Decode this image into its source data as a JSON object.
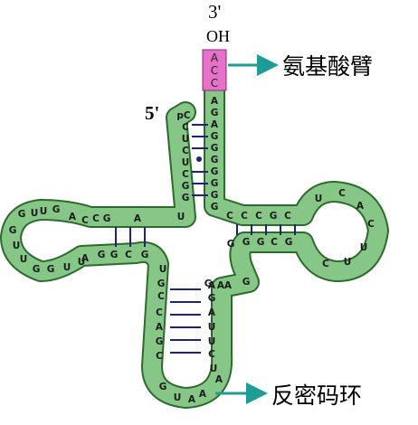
{
  "labels": {
    "three_prime": "3'",
    "oh": "OH",
    "five_prime": "5'",
    "amino_acid_arm": "氨基酸臂",
    "anticodon_loop": "反密码环"
  },
  "colors": {
    "strand_fill": "#86c686",
    "strand_outline": "#2d6b2d",
    "cca_fill": "#e572c8",
    "pair_line": "#1a237e",
    "arrow": "#1e9c96"
  },
  "sequences": {
    "cca_end": [
      "A",
      "C",
      "C"
    ],
    "acceptor_3prime": [
      "A",
      "G",
      "A",
      "G",
      "G",
      "G",
      "G",
      "G",
      "G",
      "G"
    ],
    "acceptor_5prime": [
      "pC",
      "C",
      "U",
      "C",
      "U",
      "C",
      "G",
      "G"
    ],
    "d_arm_top": [
      "U",
      "G",
      "A",
      "C",
      "C",
      "G",
      "A",
      "U"
    ],
    "d_loop": [
      "G",
      "G",
      "U",
      "U",
      "G",
      "G",
      "U",
      "U",
      "U"
    ],
    "d_arm_bottom": [
      "A",
      "G",
      "G",
      "C",
      "G"
    ],
    "t_arm_top": [
      "C",
      "C",
      "C",
      "G",
      "C"
    ],
    "t_loop": [
      "U",
      "C",
      "A",
      "C",
      "U",
      "U",
      "C"
    ],
    "t_arm_bottom": [
      "G",
      "G",
      "G",
      "C",
      "G",
      "A",
      "A",
      "G"
    ],
    "anticodon_left": [
      "U",
      "G",
      "C",
      "C",
      "A",
      "G",
      "C"
    ],
    "anticodon_right": [
      "G",
      "A",
      "G",
      "A",
      "U",
      "U",
      "C",
      "U",
      "A",
      "A"
    ],
    "anticodon_bottom": [
      "G",
      "U",
      "A"
    ]
  }
}
